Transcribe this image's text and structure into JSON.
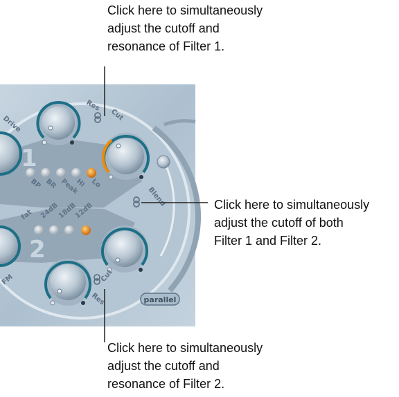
{
  "callouts": {
    "filter1_link": "Click here to simultaneously\nadjust the cutoff and\nresonance of Filter 1.",
    "blend_link": "Click here to simultaneously\nadjust the cutoff of both\nFilter 1 and Filter 2.",
    "filter2_link": "Click here to simultaneously\nadjust the cutoff and\nresonance of Filter 2."
  },
  "filter1": {
    "number": "1",
    "drive_label": "Drive",
    "res_label": "Res",
    "cut_label": "Cut",
    "modes": [
      "BP",
      "BR",
      "Peak",
      "Hi",
      "Lo"
    ],
    "selected_mode": "Lo"
  },
  "filter2": {
    "number": "2",
    "fm_label": "FM",
    "res_label": "Res",
    "cut_label": "Cut",
    "slopes": [
      "fat",
      "24dB",
      "18dB",
      "12dB"
    ],
    "selected_slope": "12dB"
  },
  "blend_label": "Blend",
  "routing_button": "parallel",
  "colors": {
    "panel": "#b7c8d6",
    "knob_ring": "#1d6f86",
    "accent": "#f08a00",
    "text": "#5e7386"
  },
  "icons": {
    "link": "chain-link-icon"
  }
}
